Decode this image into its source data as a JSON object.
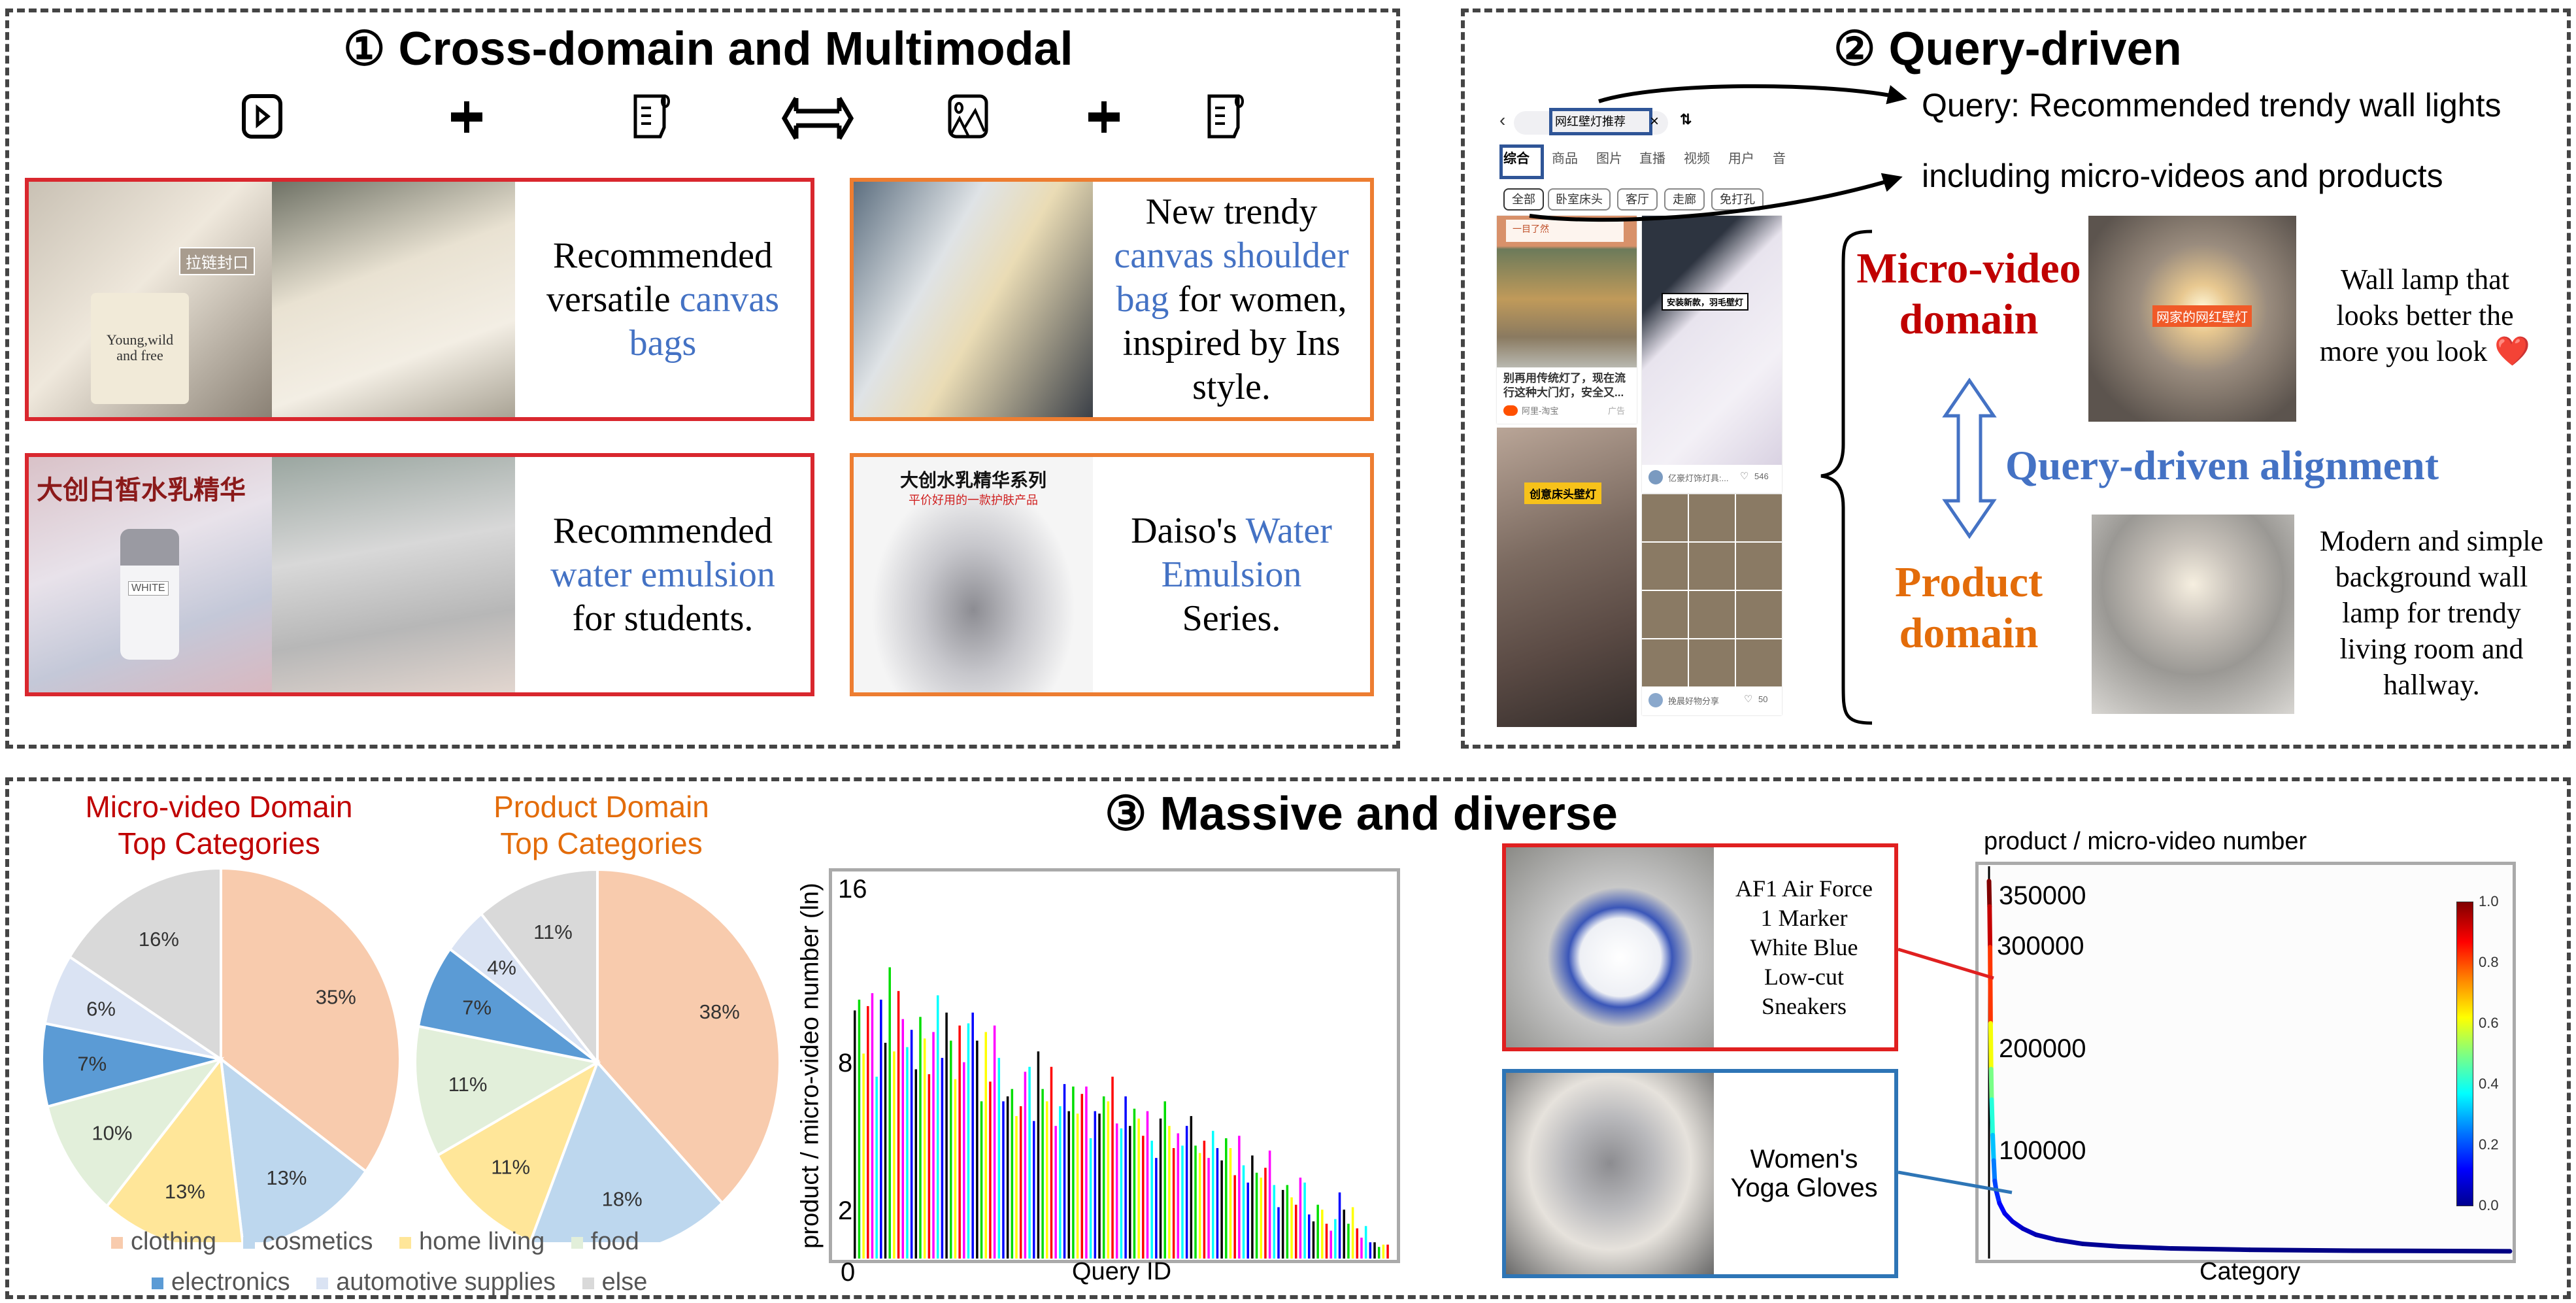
{
  "panel1": {
    "title": "① Cross-domain and Multimodal",
    "icons": [
      "video-icon",
      "plus-icon",
      "document-icon",
      "bidirectional-arrow-icon",
      "image-icon",
      "plus-icon",
      "document-icon"
    ],
    "cards": [
      {
        "pre": "Recommended versatile ",
        "hl": "canvas bags",
        "post": ""
      },
      {
        "pre": "New trendy ",
        "hl": "canvas shoulder bag",
        "post": " for women, inspired by Ins style."
      },
      {
        "pre": "Recommended ",
        "hl": "water emulsion",
        "post": " for students."
      },
      {
        "pre": "Daiso's ",
        "hl": "Water Emulsion",
        "post": " Series."
      }
    ],
    "photo_labels": {
      "zipper": "拉链封口",
      "bag_text": "Young,wild and free",
      "emulsion_title": "大创白皙水乳精华",
      "daiso_title": "大创水乳精华系列",
      "daiso_sub": "平价好用的一款护肤产品",
      "bottle": "WHITE"
    }
  },
  "panel2": {
    "title": "② Query-driven",
    "query_line1": "Query: Recommended trendy wall lights",
    "query_line2": "including micro-videos and products",
    "phone": {
      "search": "网红壁灯推荐",
      "tabs": [
        "综合",
        "商品",
        "图片",
        "直播",
        "视频",
        "用户",
        "音"
      ],
      "chips": [
        "全部",
        "卧室床头",
        "客厅",
        "走廊",
        "免打孔"
      ],
      "tile1_banner": "一目了然",
      "tile1_caption": "别再用传统灯了，现在流行这种大门灯，安全又...",
      "tile1_source": "阿里-淘宝",
      "tile1_ad": "广告",
      "tile2_overlay": "安装新款，羽毛壁灯",
      "tile2_author": "亿豪灯饰灯具:...",
      "tile2_likes": "546",
      "tile3_overlay": "创意床头壁灯",
      "tile4_author": "挽晨好物分享",
      "tile4_likes": "50"
    },
    "micro_domain": "Micro-video domain",
    "product_domain": "Product domain",
    "alignment": "Query-driven alignment",
    "micro_desc": "Wall lamp that looks better the more you look ❤️",
    "micro_photo_tag": "网家的网红壁灯",
    "product_desc": "Modern and simple background wall lamp for trendy living room and hallway.",
    "colors": {
      "red": "#c00000",
      "orange": "#e36c0a",
      "blue": "#4472c4",
      "highlight": "#2f5597"
    }
  },
  "panel3": {
    "title": "③ Massive and diverse",
    "products": [
      {
        "name": "AF1 Air Force 1 Marker White Blue Low-cut Sneakers",
        "border": "#e02020"
      },
      {
        "name": "Women's Yoga Gloves",
        "border": "#2e75b6"
      }
    ]
  },
  "chart_data": [
    {
      "type": "pie",
      "title": "Micro-video Domain Top Categories",
      "title_color": "#c00000",
      "categories": [
        "clothing",
        "cosmetics",
        "home living",
        "food",
        "electronics",
        "automotive supplies",
        "else"
      ],
      "values": [
        35,
        13,
        13,
        10,
        7,
        6,
        16
      ],
      "labels": [
        "35%",
        "13%",
        "13%",
        "10%",
        "7%",
        "6%",
        "16%"
      ]
    },
    {
      "type": "pie",
      "title": "Product Domain Top Categories",
      "title_color": "#e36c0a",
      "categories": [
        "clothing",
        "cosmetics",
        "home living",
        "food",
        "electronics",
        "automotive supplies",
        "else"
      ],
      "values": [
        38,
        18,
        11,
        11,
        7,
        4,
        11
      ],
      "labels": [
        "38%",
        "18%",
        "11%",
        "11%",
        "7%",
        "4%",
        "11%"
      ],
      "legend": {
        "items": [
          "clothing",
          "cosmetics",
          "home living",
          "food",
          "electronics",
          "automotive supplies",
          "else"
        ],
        "colors": [
          "#f8cbad",
          "#bdd7ee",
          "#ffe699",
          "#e2efda",
          "#5b9bd5",
          "#dae3f3",
          "#d9d9d9"
        ],
        "placement": "bottom"
      }
    },
    {
      "type": "bar",
      "xlabel": "Query ID",
      "ylabel": "product / micro-video number (ln)",
      "yticks": [
        "16",
        "8",
        "2"
      ],
      "xtick": "0",
      "ylim": [
        0,
        17
      ],
      "bar_colors": [
        "#000000",
        "#00dd00",
        "#ffff00",
        "#ff0000",
        "#ff00ff",
        "#00ffff",
        "#0000ff"
      ],
      "values": [
        10.5,
        11,
        8.5,
        10.7,
        11.3,
        7.5,
        11,
        9,
        12.5,
        8.6,
        11.4,
        10.1,
        8.8,
        9.6,
        7.8,
        10.2,
        9.2,
        7.6,
        9.5,
        11.2,
        8.3,
        10.4,
        9.1,
        7.4,
        9.8,
        8.1,
        9.9,
        10.4,
        9.1,
        6.5,
        9.5,
        7.3,
        9.8,
        8.3,
        6.5,
        6.7,
        7,
        5.9,
        6.3,
        7.7,
        7.9,
        5.7,
        8.6,
        7,
        6.5,
        7.9,
        5.5,
        6.3,
        7.2,
        6.1,
        7.1,
        6,
        6.8,
        7.1,
        5,
        6.1,
        6,
        6.7,
        6.5,
        7.5,
        5.6,
        5.4,
        6.7,
        5.5,
        6.2,
        5.8,
        5.1,
        6.1,
        4.9,
        4.2,
        5.8,
        6.5,
        5.5,
        4.6,
        5.2,
        4.7,
        5.5,
        5.9,
        4.7,
        4.4,
        4.9,
        4.2,
        5.3,
        4.6,
        4.1,
        5,
        4.6,
        3.5,
        5.1,
        3.9,
        3.2,
        4.3,
        3.6,
        3.4,
        3.8,
        4.5,
        3.1,
        2.2,
        2.9,
        3.1,
        2.6,
        2.3,
        3.4,
        3.2,
        1.9,
        1.6,
        2.3,
        2.1,
        1.5,
        1.2,
        1.7,
        2.8,
        2.1,
        1.5,
        2.2,
        1.3,
        0.9,
        1.4,
        0.7,
        0.7,
        0.5,
        0.6,
        0.6
      ]
    },
    {
      "type": "line",
      "title": "product / micro-video number",
      "xlabel": "Category",
      "yticks": [
        "350000",
        "300000",
        "200000",
        "100000"
      ],
      "ylim": [
        0,
        370000
      ],
      "colorbar_ticks": [
        "1.0",
        "0.8",
        "0.6",
        "0.4",
        "0.2",
        "0.0"
      ],
      "colormap": "jet",
      "points": [
        [
          0,
          365000
        ],
        [
          1,
          340000
        ],
        [
          2,
          300000
        ],
        [
          3,
          225000
        ],
        [
          4,
          180000
        ],
        [
          5,
          150000
        ],
        [
          7,
          115000
        ],
        [
          9,
          90000
        ],
        [
          11,
          70000
        ],
        [
          14,
          60000
        ],
        [
          20,
          48000
        ],
        [
          30,
          38000
        ],
        [
          45,
          30000
        ],
        [
          65,
          23000
        ],
        [
          90,
          17000
        ],
        [
          130,
          12000
        ],
        [
          180,
          8000
        ],
        [
          250,
          5500
        ],
        [
          350,
          3500
        ],
        [
          500,
          2200
        ],
        [
          700,
          1300
        ],
        [
          1000,
          700
        ]
      ]
    }
  ]
}
